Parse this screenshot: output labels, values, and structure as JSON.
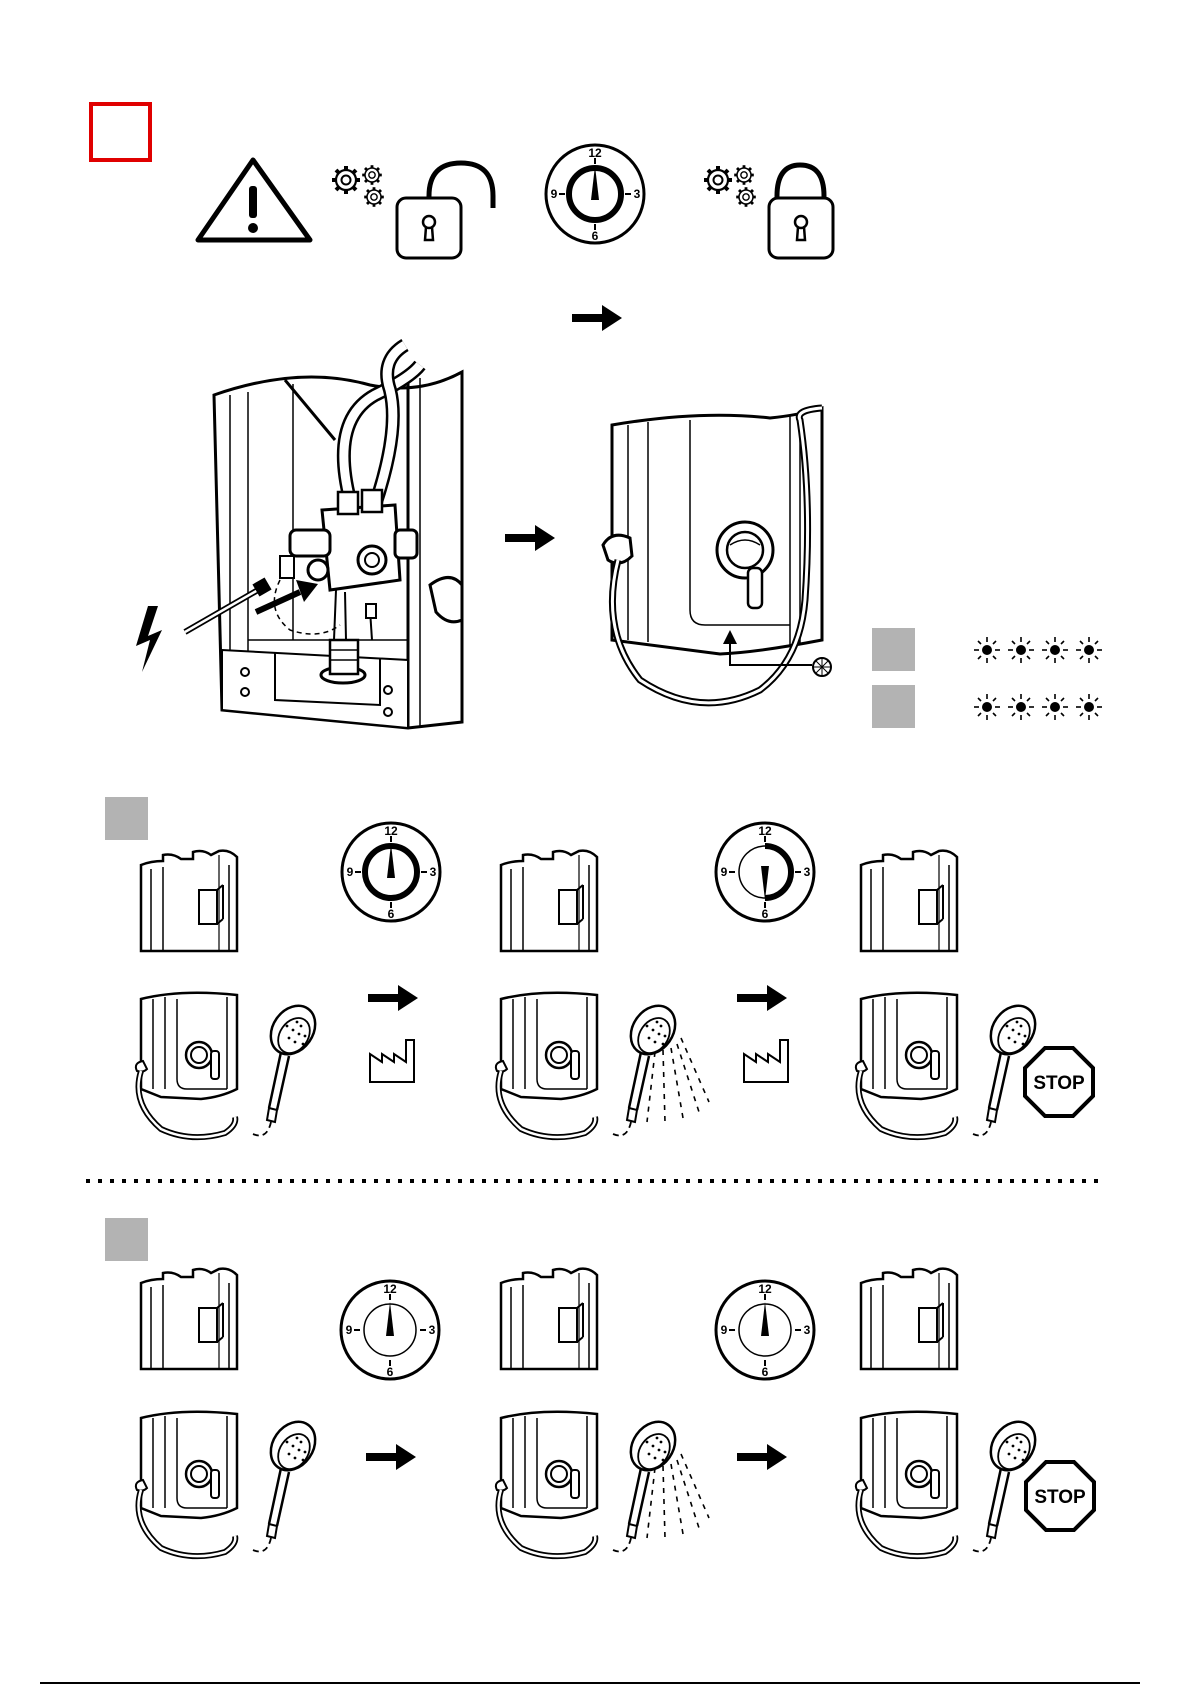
{
  "colors": {
    "ink": "#000000",
    "paper": "#ffffff",
    "marker_red": "#e00000",
    "marker_gray": "#b3b3b3"
  },
  "dial": {
    "n12": "12",
    "n3": "3",
    "n6": "6",
    "n9": "9"
  },
  "stop_label": "STOP",
  "icons": {
    "warning": "warning-triangle-icon",
    "gears": "gears-icon",
    "unlock": "padlock-open-icon",
    "lock": "padlock-closed-icon",
    "dial": "dial-icon",
    "arrow": "arrow-right-icon",
    "lightning": "lightning-icon",
    "factory": "factory-icon",
    "spark": "led-flash-icon",
    "stop": "stop-sign-icon",
    "filter": "filter-disc-icon"
  }
}
